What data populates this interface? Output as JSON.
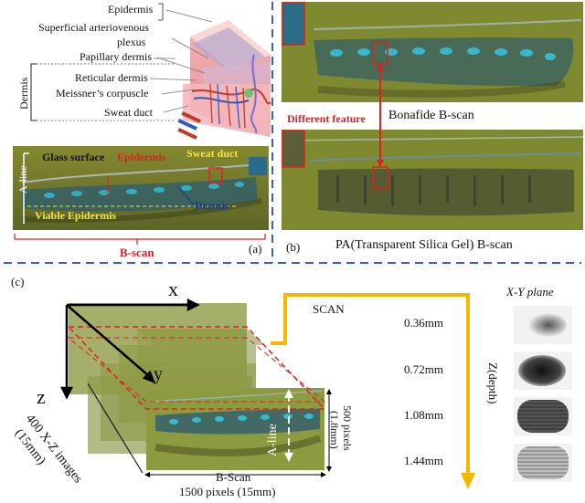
{
  "panel_a": {
    "panel_letter": "(a)",
    "anatomy_labels": {
      "epidermis": "Epidermis",
      "superficial_plexus_line1": "Superficial arteriovenous",
      "superficial_plexus_line2": "plexus",
      "papillary_dermis": "Papillary dermis",
      "reticular_dermis": "Reticular dermis",
      "meissner": "Meissner’s corpuscle",
      "sweat_duct": "Sweat duct",
      "dermis_bracket": "Dermis"
    },
    "bscan_labels": {
      "a_line": "A-line",
      "glass_surface": "Glass surface",
      "epidermis": "Epidermis",
      "sweat_duct": "Sweat duct",
      "viable_epidermis": "Viable Epidermis",
      "dermis": "Dermis",
      "b_scan": "B-scan"
    },
    "colors": {
      "red": "#e02020",
      "yellow": "#f5e63a",
      "navy": "#1f3a8a"
    }
  },
  "panel_b": {
    "panel_letter": "(b)",
    "different_feature": "Different feature",
    "bonafide_caption": "Bonafide B-scan",
    "pa_caption": "PA(Transparent Silica Gel) B-scan"
  },
  "panel_c": {
    "panel_letter": "(c)",
    "axis_x": "x",
    "axis_y": "y",
    "axis_z": "z",
    "images_line1": "400 X-Z images",
    "images_line2": "(15mm)",
    "a_line": "A-line",
    "depth_line1": "500 pixels",
    "depth_line2": "(1.8mm)",
    "bscan": "B-Scan",
    "width": "1500 pixels (15mm)",
    "scan": "SCAN",
    "zdepth": "Z(depth)",
    "xy_plane": "X-Y plane",
    "depths": [
      "0.36mm",
      "0.72mm",
      "1.08mm",
      "1.44mm"
    ],
    "colors": {
      "arrow": "#f5b800",
      "dash": "#e02020",
      "divider": "#3a5fc0"
    }
  }
}
